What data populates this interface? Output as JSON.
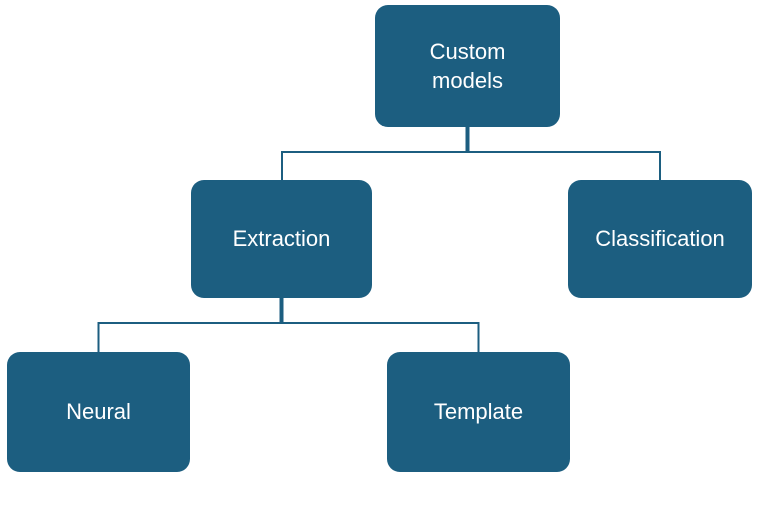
{
  "diagram": {
    "type": "hierarchy",
    "nodes": [
      {
        "id": "custom-models",
        "label": "Custom models",
        "level": 0
      },
      {
        "id": "extraction",
        "label": "Extraction",
        "level": 1
      },
      {
        "id": "classification",
        "label": "Classification",
        "level": 1
      },
      {
        "id": "neural",
        "label": "Neural",
        "level": 2
      },
      {
        "id": "template",
        "label": "Template",
        "level": 2
      }
    ],
    "edges": [
      {
        "from": "custom-models",
        "to": "extraction"
      },
      {
        "from": "custom-models",
        "to": "classification"
      },
      {
        "from": "extraction",
        "to": "neural"
      },
      {
        "from": "extraction",
        "to": "template"
      }
    ]
  },
  "colors": {
    "node_fill": "#1C5E80",
    "node_text": "#FFFFFF",
    "connector": "#1C5E80",
    "background": "#FFFFFF"
  }
}
